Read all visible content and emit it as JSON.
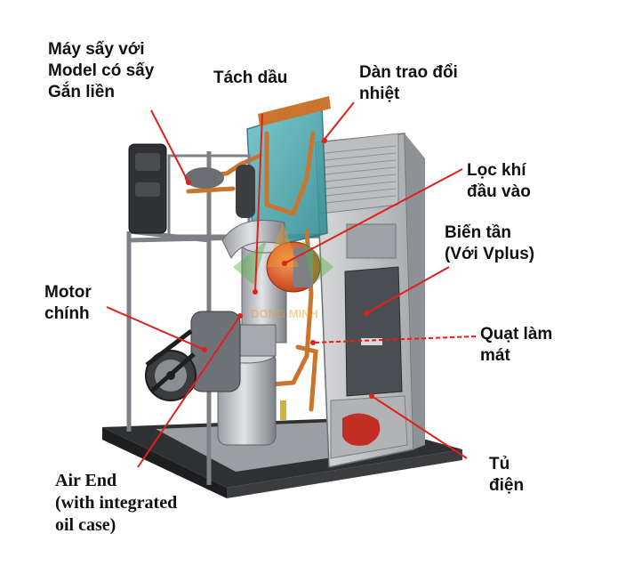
{
  "colors": {
    "leader": "#e0201b",
    "frame": "#8a8d92",
    "panel": "#c9cbcd",
    "panel_dark": "#55585c",
    "copper": "#c9752d",
    "teal": "#3f9fa8",
    "motor": "#3a3c40",
    "filter": "#e0542a"
  },
  "labels": {
    "dryer": [
      "Máy sấy với",
      "Model có sấy",
      "Gắn liền"
    ],
    "oil_separator": [
      "Tách dầu"
    ],
    "heat_exchanger": [
      "Dàn trao đổi",
      "nhiệt"
    ],
    "air_filter": [
      "Lọc khí",
      "đầu vào"
    ],
    "inverter": [
      "Biến tần",
      "(Với Vplus)"
    ],
    "main_motor": [
      "Motor",
      "chính"
    ],
    "cooling_fan": [
      "Quạt làm",
      "mát"
    ],
    "air_end": [
      "Air End",
      "(with integrated",
      "oil case)"
    ],
    "electrical_cabinet": [
      "Tủ",
      "điện"
    ]
  },
  "watermark": "DONG MINH"
}
